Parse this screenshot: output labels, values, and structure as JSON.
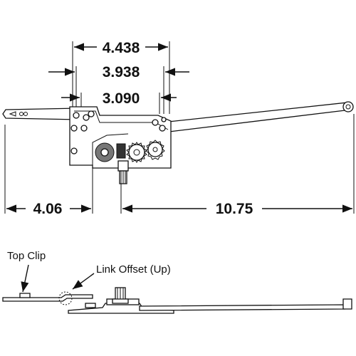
{
  "diagram": {
    "dimensions": {
      "overall_width": "4.438",
      "mid_width": "3.938",
      "inner_width": "3.090",
      "left_offset": "4.06",
      "arm_length": "10.75"
    },
    "callouts": {
      "top_clip": "Top Clip",
      "link_offset": "Link Offset (Up)"
    }
  }
}
